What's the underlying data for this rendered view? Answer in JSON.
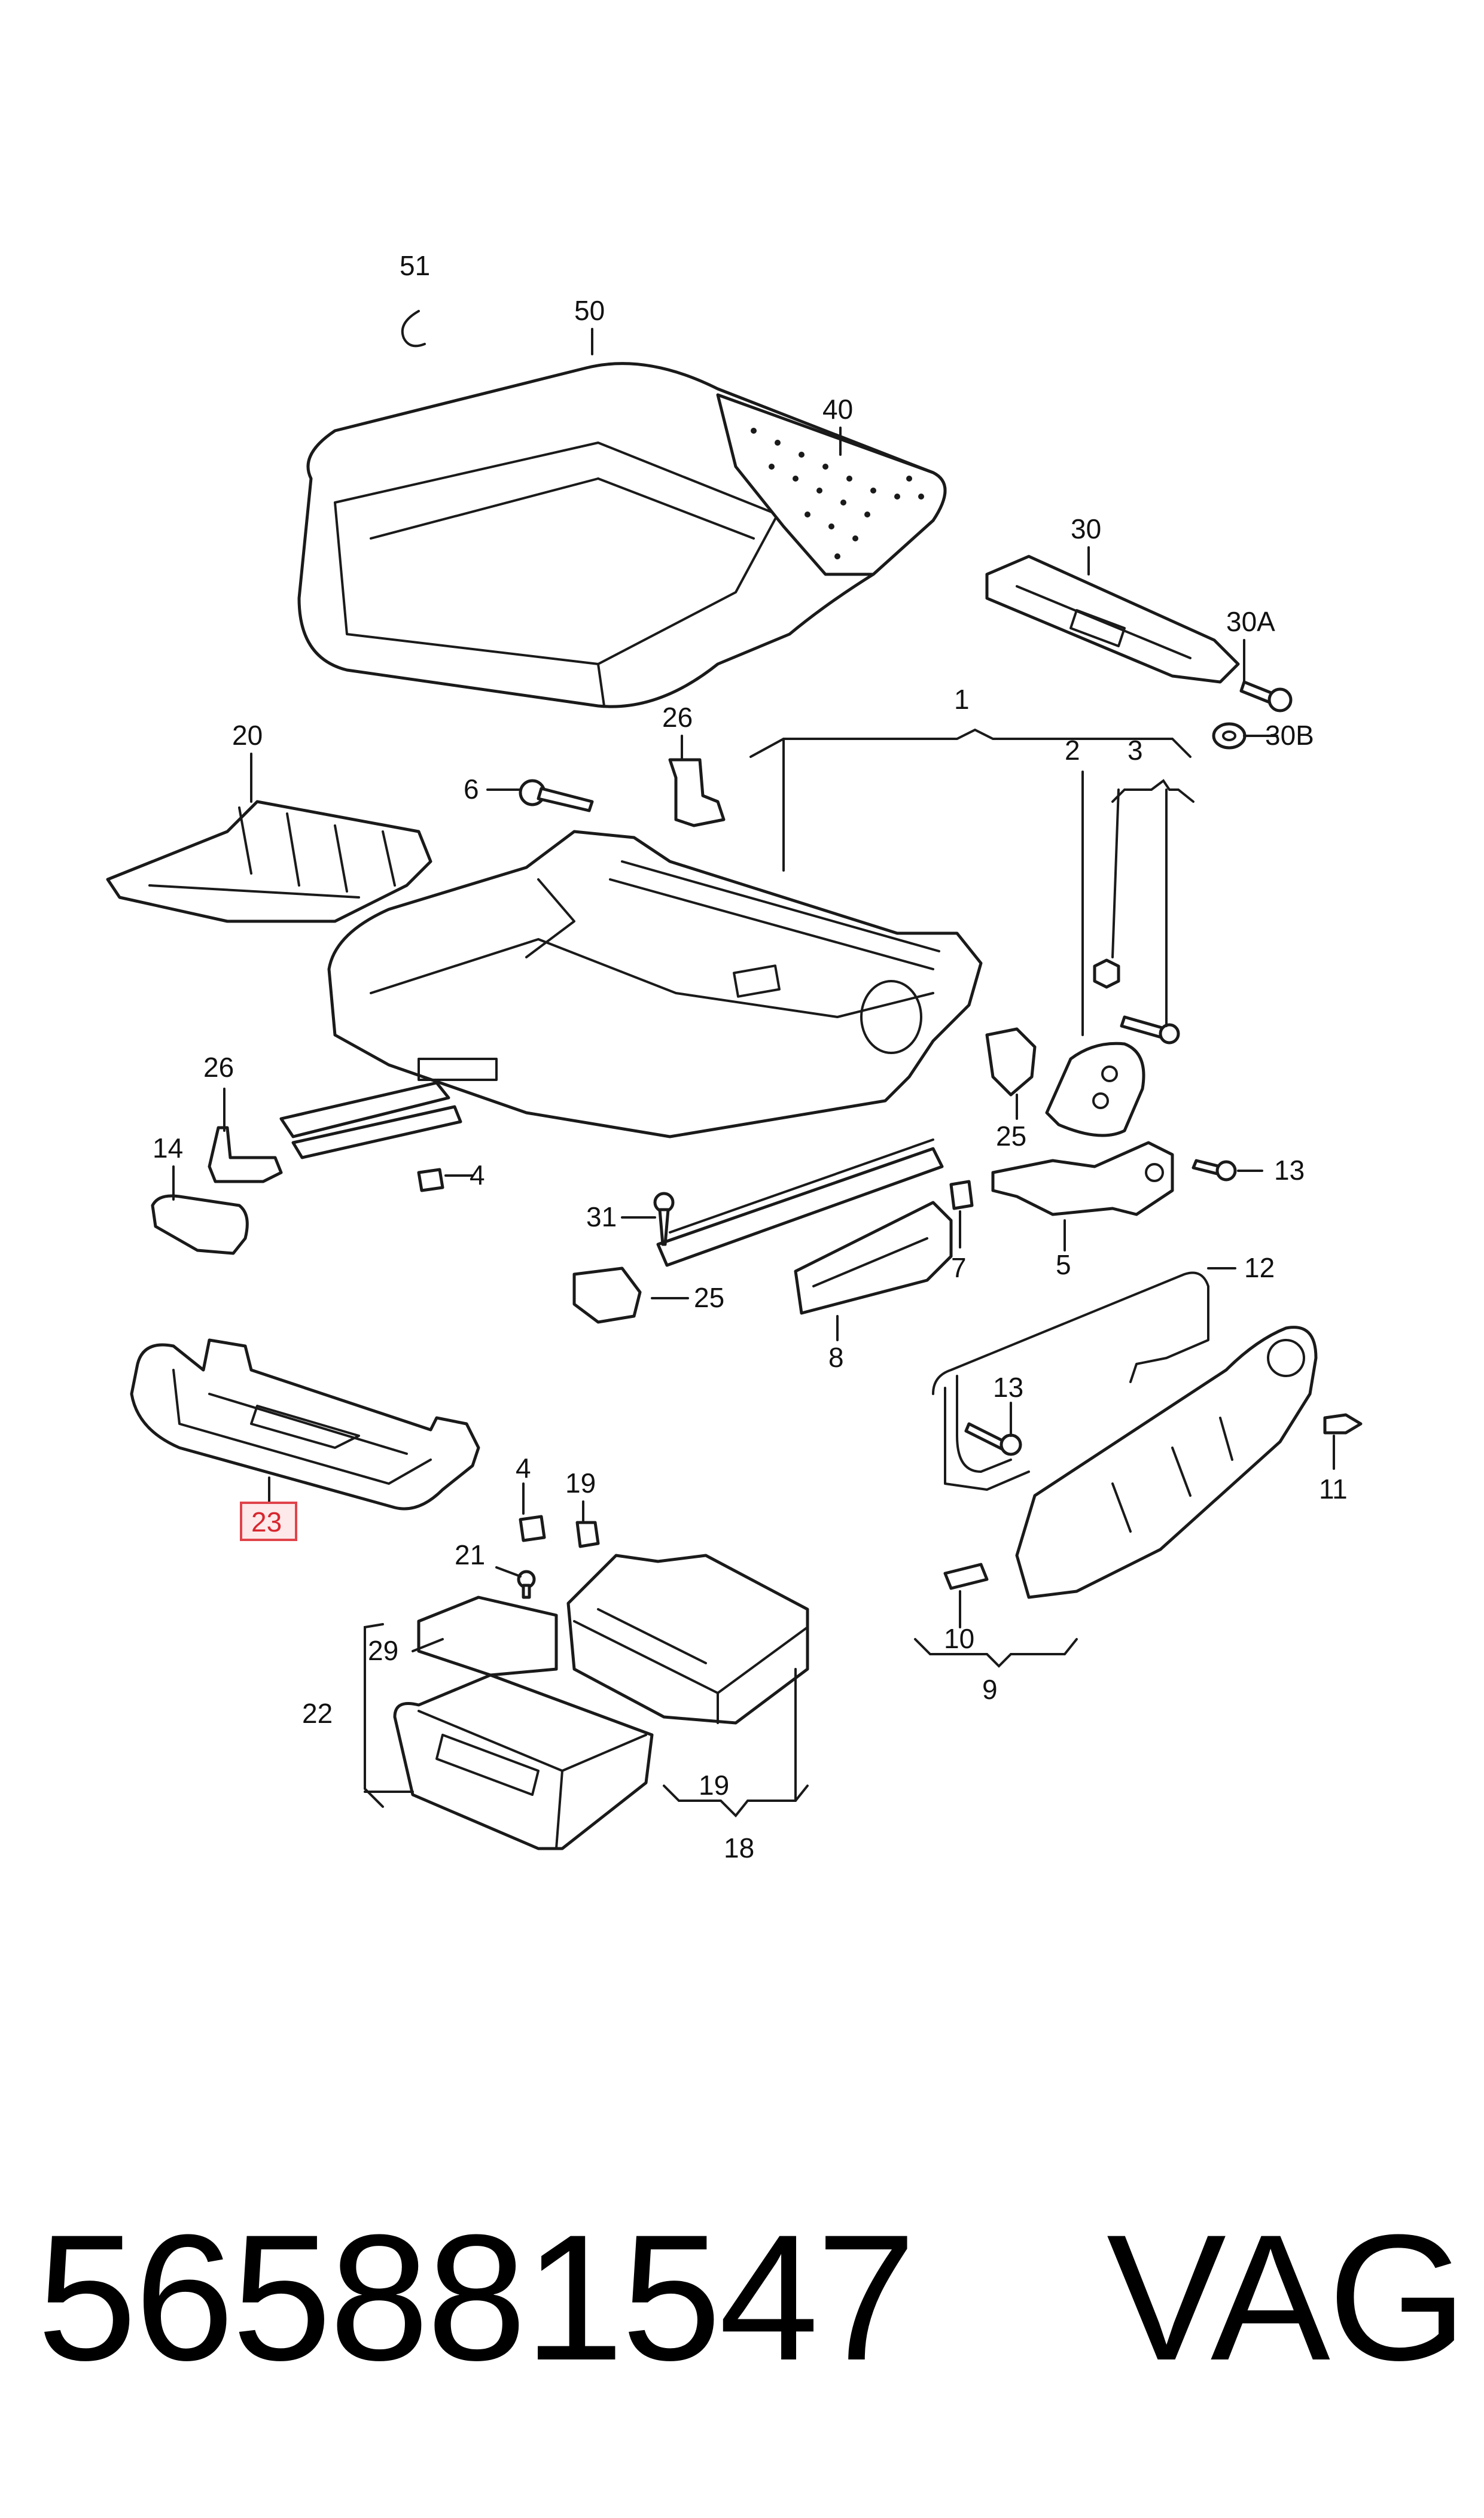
{
  "labels": {
    "l51": "51",
    "l50": "50",
    "l40": "40",
    "l30": "30",
    "l30a": "30A",
    "l30b": "30B",
    "l20": "20",
    "l26a": "26",
    "l6": "6",
    "l1": "1",
    "l2": "2",
    "l3": "3",
    "l26b": "26",
    "l14": "14",
    "l4a": "4",
    "l31": "31",
    "l25a": "25",
    "l25b": "25",
    "l7": "7",
    "l5": "5",
    "l13a": "13",
    "l12": "12",
    "l8": "8",
    "l13b": "13",
    "l11": "11",
    "l23": "23",
    "l4b": "4",
    "l19a": "19",
    "l21": "21",
    "l29": "29",
    "l22": "22",
    "l10": "10",
    "l9": "9",
    "l19b": "19",
    "l18": "18"
  },
  "highlighted_label": "23",
  "highlight_color": "#e0434a",
  "footer": {
    "part_number": "565881547",
    "brand": "VAG"
  }
}
